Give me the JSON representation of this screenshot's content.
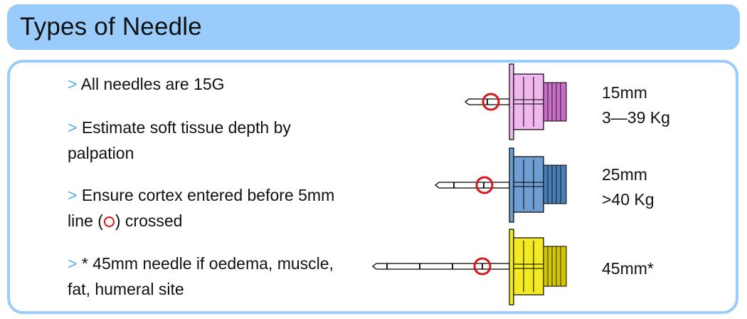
{
  "title": "Types of Needle",
  "bullet_marker": ">",
  "bullets": {
    "b1": "All needles are 15G",
    "b2": "Estimate soft tissue depth by palpation",
    "b3_before": "Ensure cortex entered before 5mm line (",
    "b3_after": ") crossed",
    "b4": "* 45mm needle if oedema, muscle, fat, humeral site"
  },
  "needles": [
    {
      "length": "15mm",
      "weight": "3—39 Kg",
      "hub_color": "#f0b8ee",
      "thread_color": "#c96ec5"
    },
    {
      "length": "25mm",
      "weight": ">40 Kg",
      "hub_color": "#6f9ed2",
      "thread_color": "#4a7cb5"
    },
    {
      "length": "45mm*",
      "weight": "",
      "hub_color": "#f3ea22",
      "thread_color": "#d2c600"
    }
  ],
  "colors": {
    "title_bar": "#99ccfb",
    "marker": "#55aee8",
    "depth_circle": "#d9151b"
  }
}
